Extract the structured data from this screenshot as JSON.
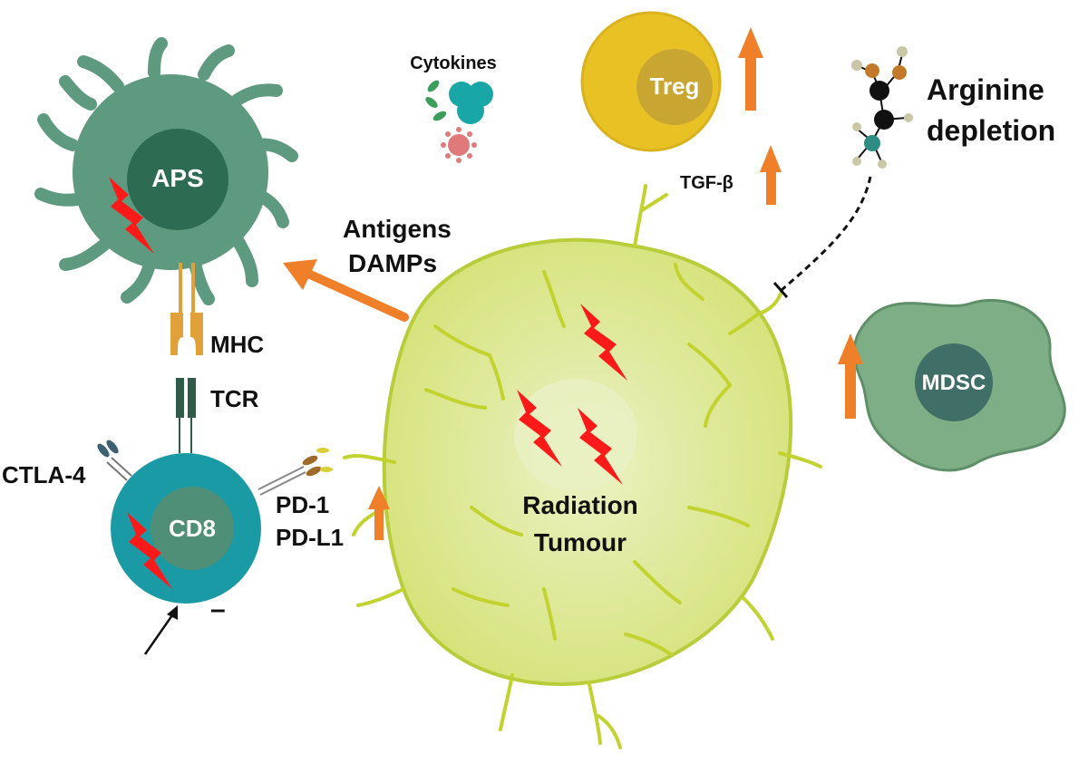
{
  "labels": {
    "cytokines": "Cytokines",
    "treg": "Treg",
    "tgf_beta": "TGF-β",
    "arginine": "Arginine",
    "depletion": "depletion",
    "aps": "APS",
    "antigens": "Antigens",
    "damps": "DAMPs",
    "mhc": "MHC",
    "tcr": "TCR",
    "ctla4": "CTLA-4",
    "cd8": "CD8",
    "pd1": "PD-1",
    "pdl1": "PD-L1",
    "radiation": "Radiation",
    "tumour": "Tumour",
    "mdsc": "MDSC",
    "minus": "–"
  },
  "colors": {
    "aps_body": "#5e9a7f",
    "aps_nucleus": "#2e6b53",
    "cd8_body": "#1a9aa5",
    "cd8_nucleus": "#4f8f78",
    "tumour": "#dde88a",
    "tumour_edge": "#b9cc3a",
    "tumour_core": "#e6efb9",
    "treg_outer": "#e8c225",
    "treg_inner": "#c9a531",
    "mdsc_body": "#7dae86",
    "mdsc_nucleus": "#3f6f66",
    "arrow_up": "#f07f2a",
    "lightning": "#ff1a1a",
    "receptor_gold": "#e0a03a",
    "tcr_dark": "#2f5c48"
  }
}
